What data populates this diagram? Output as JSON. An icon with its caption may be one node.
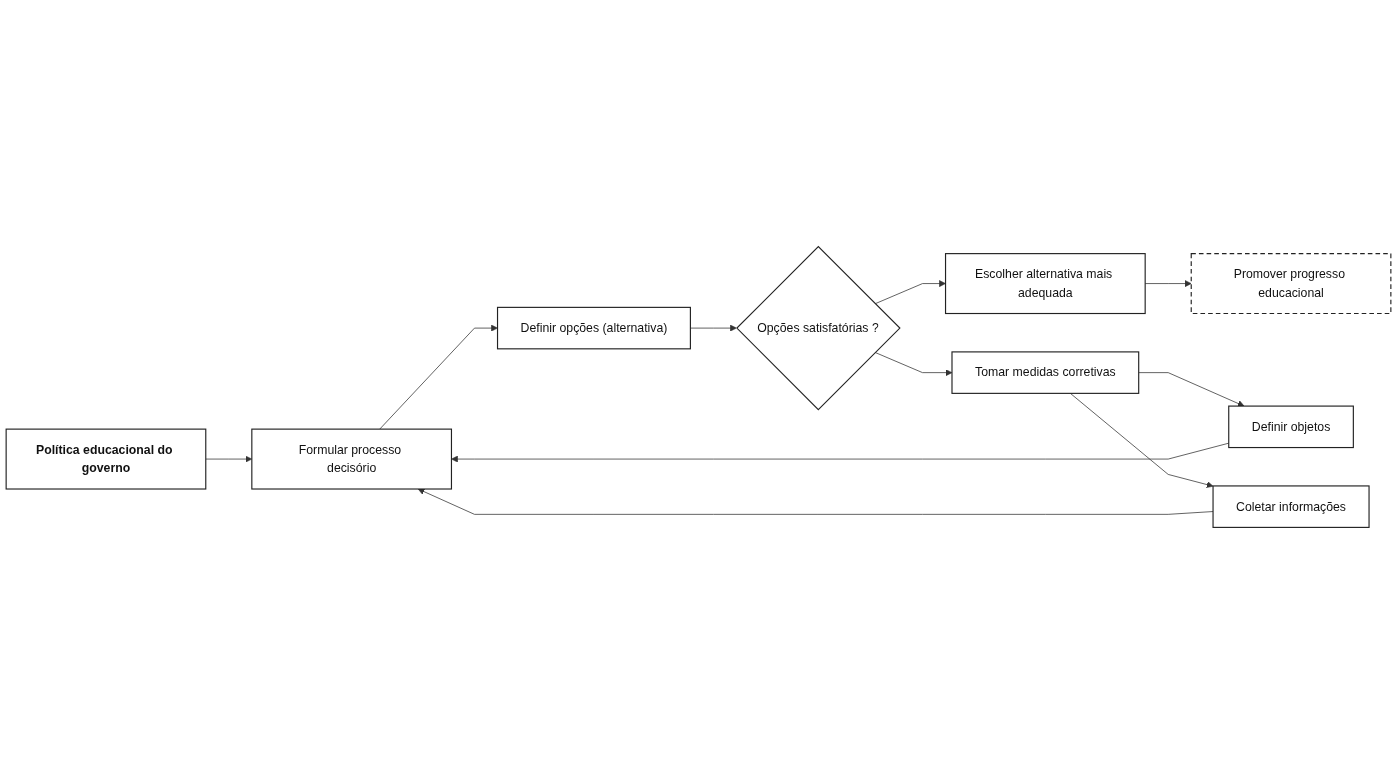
{
  "diagram": {
    "nodes": [
      {
        "text": [
          "Política educacional do governo"
        ]
      },
      {
        "text": [
          "Definir objetos"
        ]
      },
      {
        "text": [
          "Coletar informações"
        ]
      },
      {
        "text": [
          "Formular processo decisório"
        ]
      },
      {
        "text": [
          "Definir opções (alternativa)"
        ]
      },
      {
        "text": [
          "Opções satisfatórias ?"
        ]
      },
      {
        "text": [
          "Escolher alternativa mais adequada"
        ]
      },
      {
        "text": [
          "Promover progresso educacional"
        ]
      },
      {
        "text": [
          "Tomar medidas corretivas"
        ]
      }
    ],
    "edges": [
      {
        "from": 0,
        "to": 3,
        "arrow": "to"
      },
      {
        "from": 1,
        "to": 3,
        "arrow": "to"
      },
      {
        "from": 2,
        "to": 3,
        "arrow": "to"
      },
      {
        "from": 3,
        "to": 4,
        "arrow": "to"
      },
      {
        "from": 4,
        "to": 5,
        "arrow": "to"
      },
      {
        "from": 5,
        "to": 6,
        "arrow": "to"
      },
      {
        "from": 6,
        "to": 7,
        "arrow": "to"
      },
      {
        "from": 5,
        "to": 8,
        "arrow": "to"
      },
      {
        "from": 8,
        "to": 1,
        "arrow": "to"
      },
      {
        "from": 8,
        "to": 2,
        "arrow": "to"
      }
    ]
  }
}
